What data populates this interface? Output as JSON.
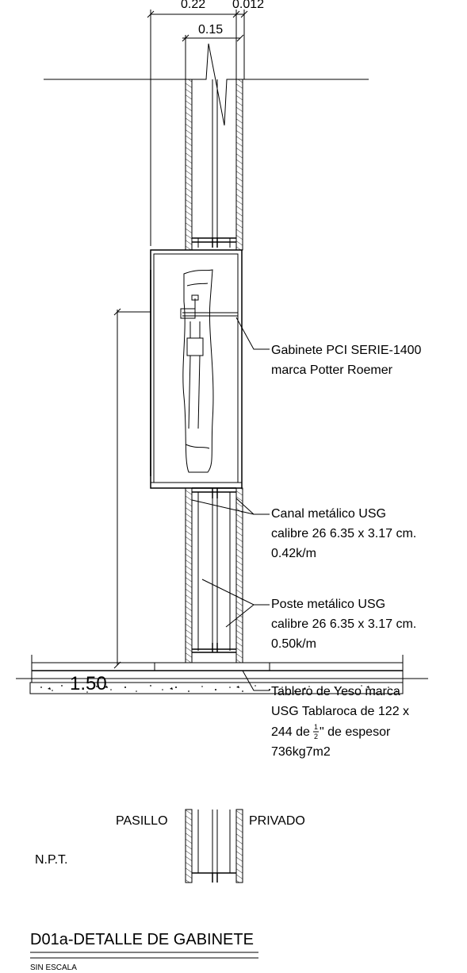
{
  "dimensions": {
    "top_width": "0.22",
    "top_side": "0.012",
    "inner_width": "0.15",
    "height": "1.50"
  },
  "callouts": [
    {
      "lines": [
        "Gabinete PCI SERIE-1400",
        "marca Potter Roemer"
      ]
    },
    {
      "lines": [
        "Canal metálico USG",
        "calibre 26 6.35 x 3.17 cm.",
        "0.42k/m"
      ]
    },
    {
      "lines": [
        "Poste metálico USG",
        "calibre 26 6.35 x 3.17 cm.",
        "0.50k/m"
      ]
    },
    {
      "lines": [
        "Tablero de Yeso marca",
        "USG Tablaroca de 122 x",
        "244 de",
        "\" de espesor",
        "736kg7m2"
      ],
      "fraction": {
        "num": "1",
        "den": "2"
      }
    }
  ],
  "zones": {
    "left": "PASILLO",
    "right": "PRIVADO",
    "level": "N.P.T."
  },
  "title": "D01a-DETALLE DE GABINETE",
  "subtitle": "SIN ESCALA"
}
